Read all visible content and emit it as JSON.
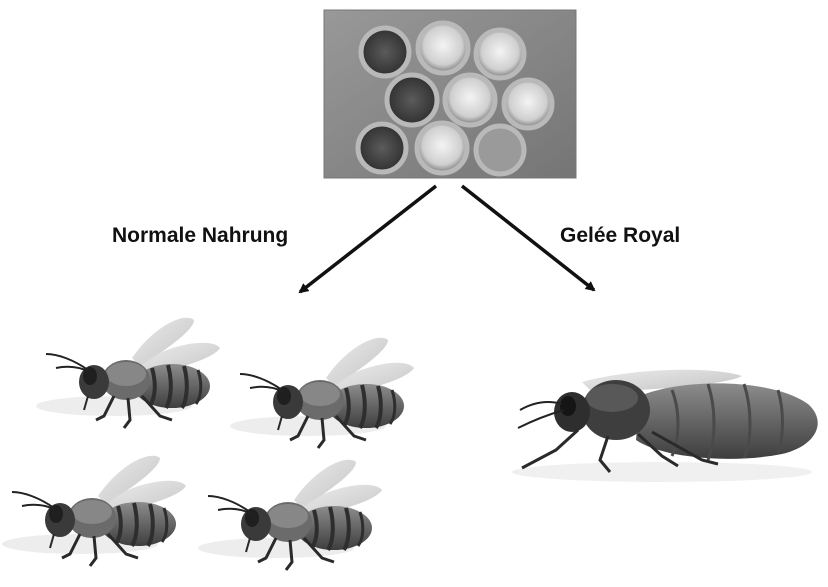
{
  "diagram": {
    "branches": [
      {
        "label": "Normale Nahrung",
        "result": "worker-bees",
        "count": 4
      },
      {
        "label": "Gelée Royal",
        "result": "queen-bee",
        "count": 1
      }
    ]
  }
}
